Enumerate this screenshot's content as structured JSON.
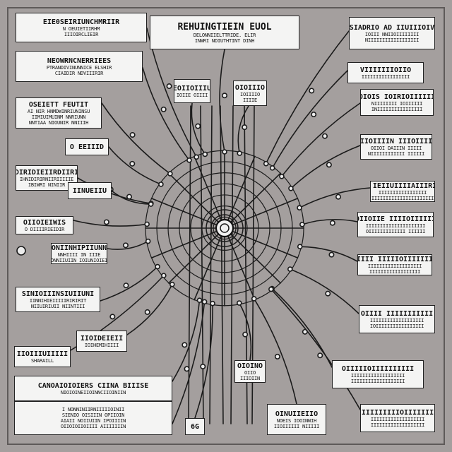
{
  "diagram": {
    "title": {
      "heading": "REHUINGTIEIN EUOL",
      "lines": [
        "DELONNIIELTTRIDE. ELIR",
        "INWRI NDIUTHTINT DINH"
      ]
    },
    "labels": [
      {
        "id": "tl1",
        "heading": "EIE0SEIRIUNCHMRIIR",
        "lines": [
          "N OEUIETIIRHM",
          "IIIOIRCLIEIR"
        ]
      },
      {
        "id": "tl2",
        "heading": "NEOWRNCNERRIEES",
        "lines": [
          "PTRANDIVINUNNICE ELSHIR",
          "CIAIDIR NDVIIIRIR"
        ]
      },
      {
        "id": "l1",
        "heading": "OSEIETT FEUTIT",
        "lines": [
          "AI NIR HNMDWINRIUNINSU",
          "IIMIUIMUINM NNRIUNN",
          "NNTIAA NIOUNIR NNIIIH"
        ]
      },
      {
        "id": "l2",
        "heading": "O EEIIID",
        "lines": []
      },
      {
        "id": "l3",
        "heading": "OIDIRIDIEIIRDIIRIRI",
        "lines": [
          "IHNIDIRIRNIIRIIIIIE",
          "IBIWRI NINIIR"
        ]
      },
      {
        "id": "l4",
        "heading": "IINUEIIU",
        "lines": []
      },
      {
        "id": "l5",
        "heading": "OIIOIEIWIS",
        "lines": [
          "O DIIIIRIEIDIR"
        ]
      },
      {
        "id": "l6",
        "heading": "ONIINHIPIIUNN",
        "lines": [
          "NNHIIII IN IIIE",
          "ONNIIUIIN IOIUNIOIEI"
        ]
      },
      {
        "id": "l7",
        "heading": "SINIOIIINSIUIIUNI",
        "lines": [
          "IINNIHIEIIIIIRIRIRIT",
          "NIIUIRIUII NIINTIII"
        ]
      },
      {
        "id": "l8",
        "heading": "IIOIDEIEII",
        "lines": [
          "IOIHEMIHIIII"
        ]
      },
      {
        "id": "l9",
        "heading": "IIOIIIUIIIII",
        "lines": [
          "SHARAILL"
        ]
      },
      {
        "id": "bl1",
        "heading": "CANOAIOIOIERS CIINA BIIISE",
        "lines": [
          "NIOIOINEIIOINNCIIOINIIN"
        ]
      },
      {
        "id": "bl2",
        "heading": "",
        "lines": [
          "I NONNINIIRNIIIIIOINII",
          "SIENIO OISIIIN  OPIIOIN",
          "AIAII NOIIUIIN IPOIIIIN",
          "OIIOIOIIOIIII AIIIIIIIN"
        ]
      },
      {
        "id": "c1",
        "heading": "EOIIOIIIU",
        "lines": [
          "IOIIE OIIII"
        ]
      },
      {
        "id": "c2",
        "heading": "OIOIIIO",
        "lines": [
          "IOIIIIO",
          "IIIIE"
        ]
      },
      {
        "id": "b1",
        "heading": "OIOINO",
        "lines": [
          "OIIO",
          "IIIOIIN"
        ]
      },
      {
        "id": "b2",
        "heading": "6G",
        "lines": []
      },
      {
        "id": "b3",
        "heading": "OINUIIEIIO",
        "lines": [
          "NOEIS IOOINWIH",
          "IIOIIIIII NIIIII"
        ]
      },
      {
        "id": "tr1",
        "heading": "SIADRIO AD IIUIIIOIV",
        "lines": [
          "IOIII NNIIOIIIIIIII",
          "NIIIIIIIIIIIIIIIIII"
        ]
      },
      {
        "id": "r1",
        "heading": "VIIIIIIIOIIO",
        "lines": [
          "IIIIIIIIIIIIIIIII"
        ]
      },
      {
        "id": "r2",
        "heading": "OIOIS IOIRIOIIIIII",
        "lines": [
          "NIIIIIIII IOIIIIII",
          "INIIIIIIIIIIIIIIII"
        ]
      },
      {
        "id": "r3",
        "heading": "OIIOIIIIN IIIOIIIII",
        "lines": [
          "OIIOI DAIIIN IIIII",
          "NIIIIIIIIIIII IIIIII"
        ]
      },
      {
        "id": "r4",
        "heading": "I IEIIUIIIIAIIIRIO",
        "lines": [
          "IIIIIIIIIIIIIIIII",
          "IIIIIIIIIIIIIIIIIIIIII"
        ]
      },
      {
        "id": "r5",
        "heading": "OIIOIIE IIIIOIIIIII",
        "lines": [
          "IIIIIIIIIIIIIIIIIIIII",
          "OIIIIIIIIIIIII IIIIII"
        ]
      },
      {
        "id": "r6",
        "heading": "NIIII IIIIIOIIIIIIII",
        "lines": [
          "IIIIIIIIIIIIIIIIIII",
          "IIIIIIIIIIIIIIIIII"
        ]
      },
      {
        "id": "r7",
        "heading": "OIIII IIIIIIIIIII",
        "lines": [
          "IIIIIIIIIIIIIIIIIII",
          "IOIIIIIIIIIIIIIIIII"
        ]
      },
      {
        "id": "r8",
        "heading": "OIIIIIOIIIIIIIIII",
        "lines": [
          "IIIIIIIIIIIIIIIIIII",
          "IIIIIIIIIIIIIIIIIII"
        ]
      },
      {
        "id": "r9",
        "heading": "IIIIIIIIIIOIIIIIIII",
        "lines": [
          "IIIIIIIIIIIIIIIIIII",
          "IIIIIIIIIIIIIIIIIII"
        ]
      }
    ]
  }
}
